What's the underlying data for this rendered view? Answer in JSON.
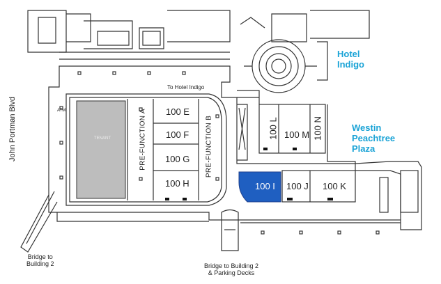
{
  "labels": {
    "street": "John Portman Blvd",
    "hotel_indigo": [
      "Hotel",
      "Indigo"
    ],
    "westin": [
      "Westin",
      "Peachtree",
      "Plaza"
    ],
    "to_hotel_indigo": "To Hotel Indigo",
    "atm": "ATM",
    "tenant": "TENANT",
    "prefunction_a": "PRE-FUNCTION A",
    "prefunction_b": "PRE-FUNCTION B",
    "bridge_left": [
      "Bridge to",
      "Building 2"
    ],
    "bridge_bottom": [
      "Bridge to Building 2",
      "& Parking Decks"
    ]
  },
  "rooms": {
    "e": "100 E",
    "f": "100 F",
    "g": "100 G",
    "h": "100 H",
    "i": "100 I",
    "j": "100 J",
    "k": "100 K",
    "l": "100 L",
    "m": "100 M",
    "n": "100 N"
  },
  "highlighted_room": "100 I",
  "colors": {
    "highlight": "#1f5fc1",
    "tenant_fill": "#bdbdbd",
    "hotel_text": "#1aa3d6",
    "line": "#333333"
  }
}
